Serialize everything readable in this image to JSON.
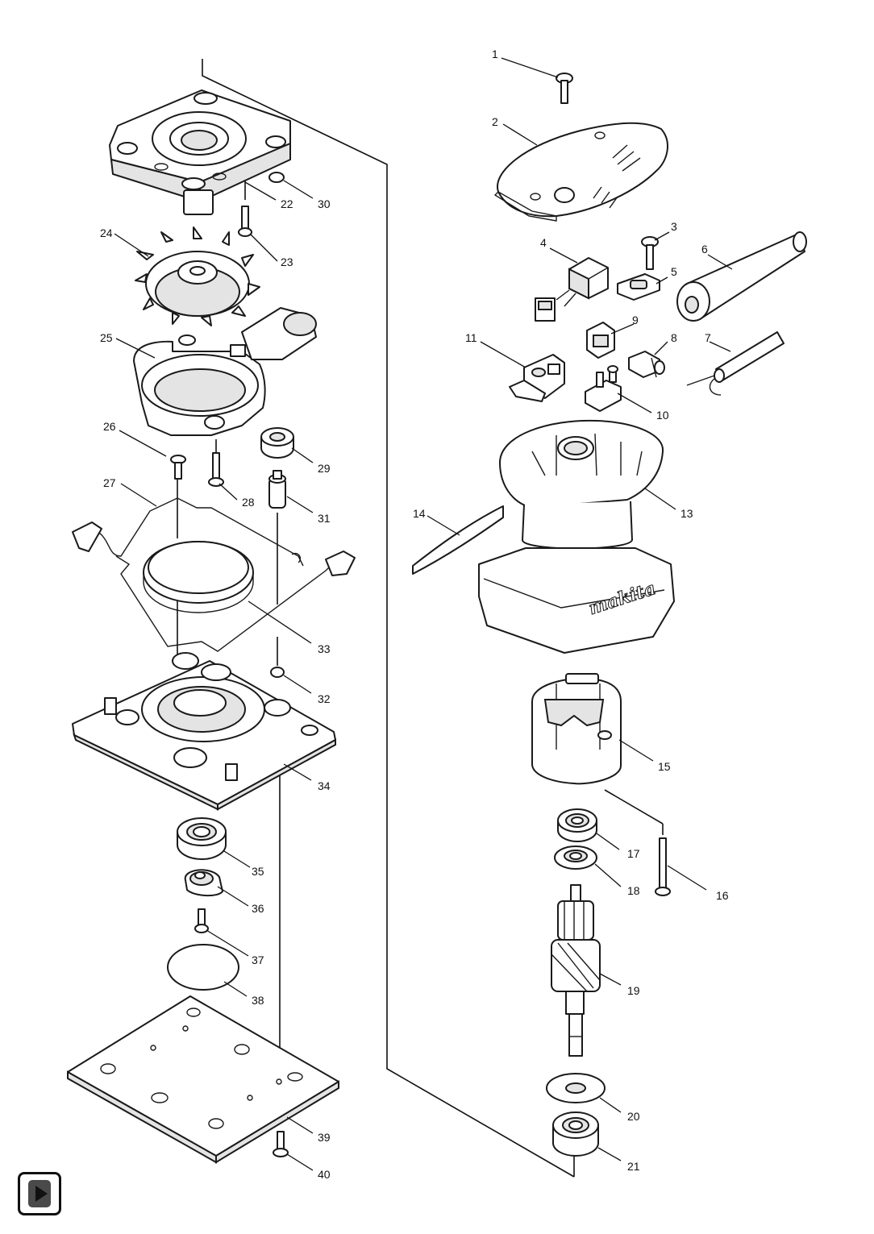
{
  "brand_mark": "makita",
  "callouts": [
    "1",
    "2",
    "3",
    "4",
    "5",
    "6",
    "7",
    "8",
    "9",
    "10",
    "11",
    "13",
    "14",
    "15",
    "16",
    "17",
    "18",
    "19",
    "20",
    "21",
    "22",
    "23",
    "24",
    "25",
    "26",
    "27",
    "28",
    "29",
    "30",
    "31",
    "32",
    "33",
    "34",
    "35",
    "36",
    "37",
    "38",
    "39",
    "40"
  ],
  "nav": {
    "icon": "play-next-icon"
  }
}
